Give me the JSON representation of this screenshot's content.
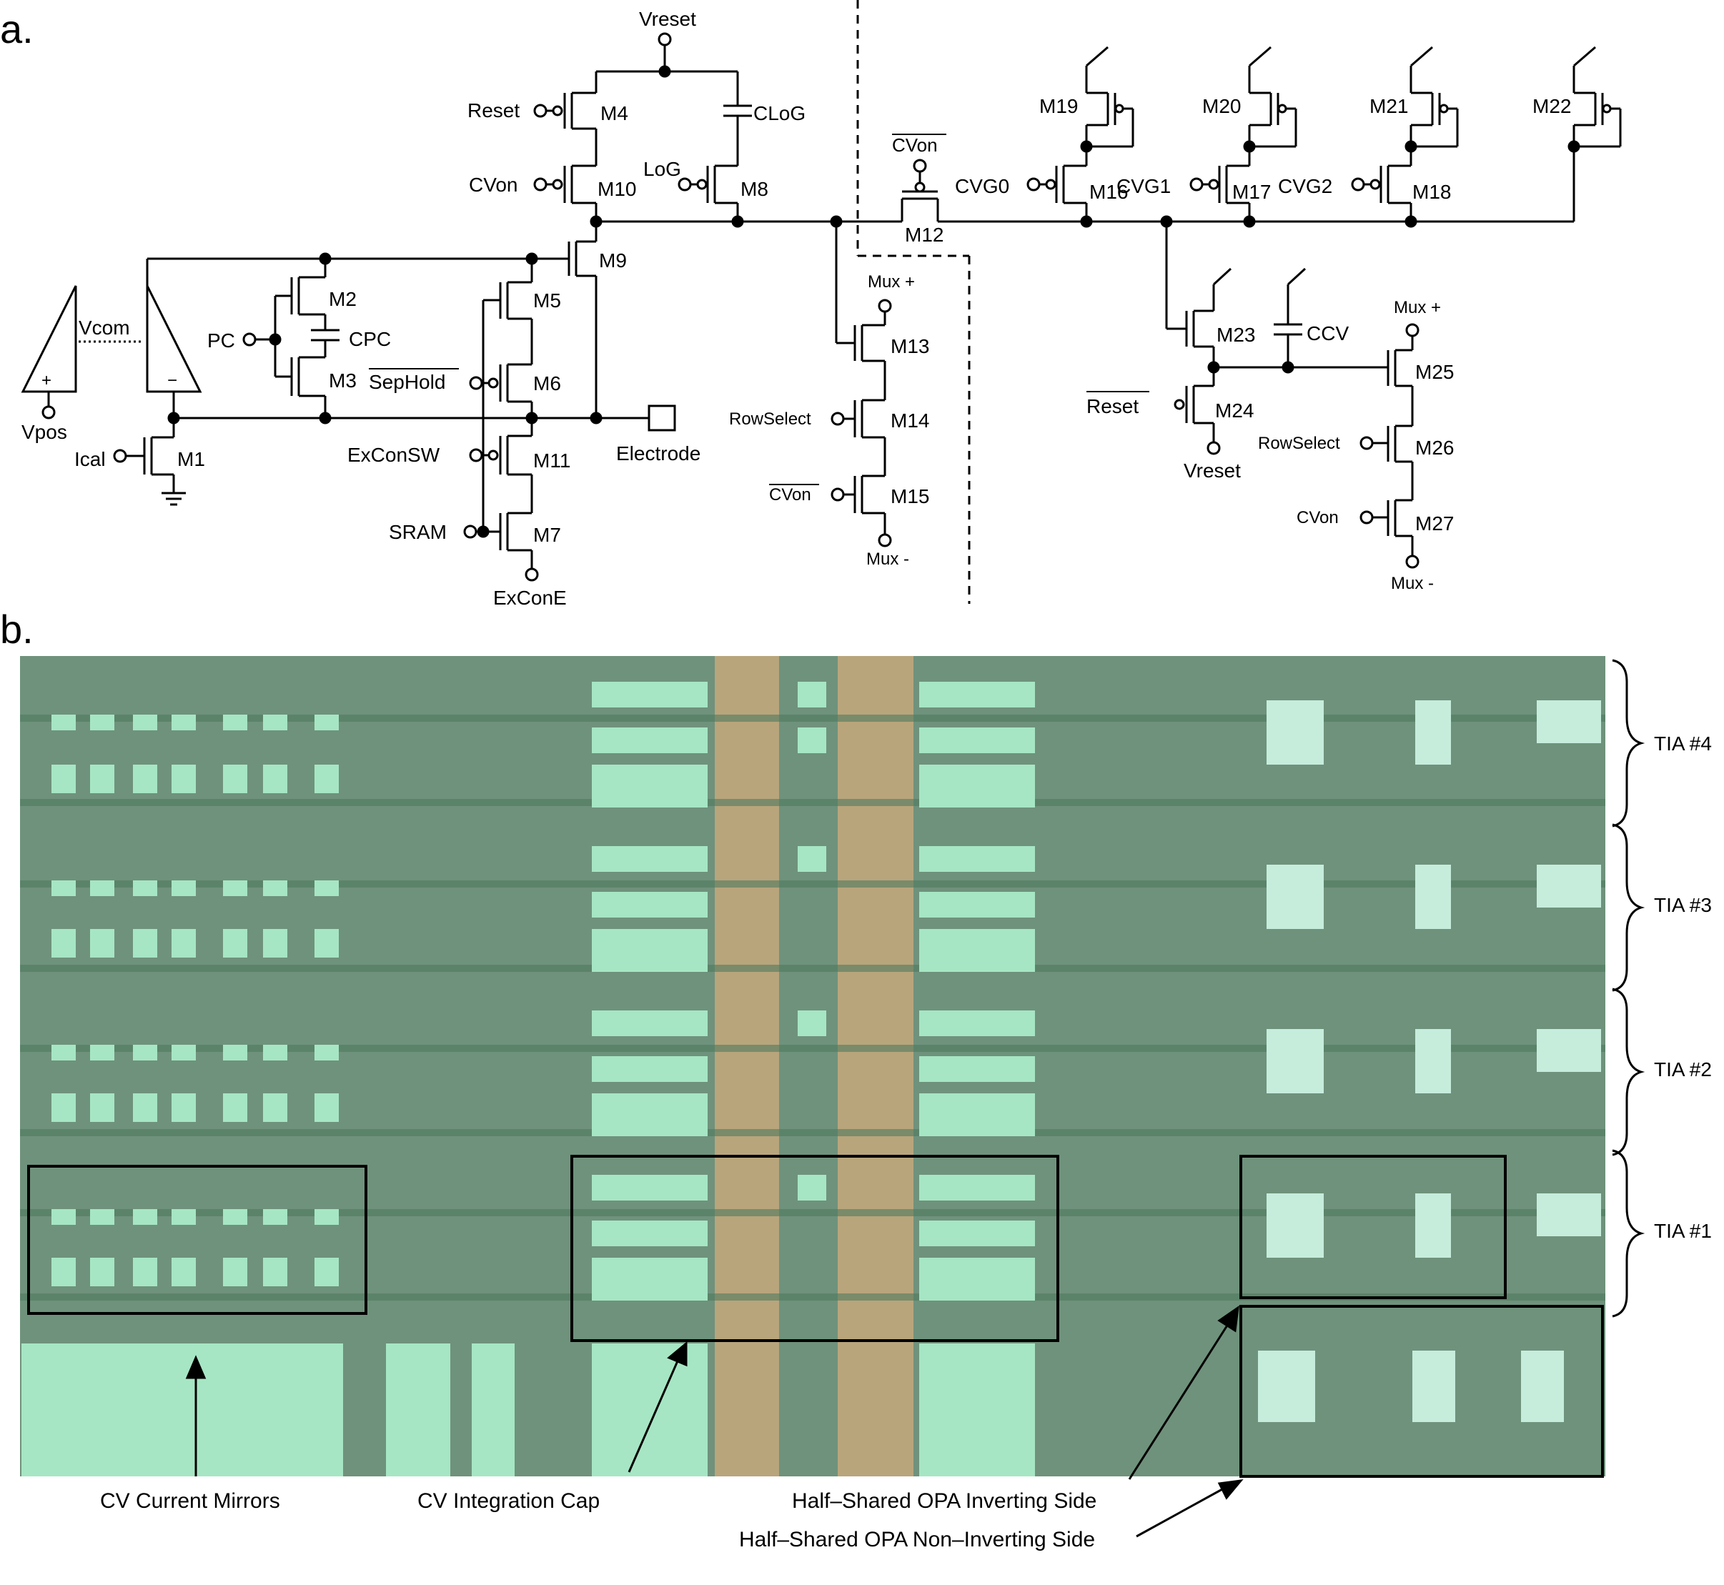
{
  "panels": {
    "a": "a.",
    "b": "b."
  },
  "schematic": {
    "comparator": {
      "vcom": "Vcom",
      "plus": "+",
      "minus": "−",
      "vpos": "Vpos"
    },
    "labels": {
      "vreset_top": "Vreset",
      "reset": "Reset",
      "m4": "M4",
      "cvon": "CVon",
      "m10": "M10",
      "clog": "CLoG",
      "log": "LoG",
      "m8": "M8",
      "m9": "M9",
      "m2": "M2",
      "cpc": "CPC",
      "pc": "PC",
      "m3": "M3",
      "m5": "M5",
      "sephold": "SepHold",
      "m6": "M6",
      "exconsw": "ExConSW",
      "m11": "M11",
      "sram": "SRAM",
      "m7": "M7",
      "excone": "ExConE",
      "electrode": "Electrode",
      "ical": "Ical",
      "m1": "M1",
      "cvon_bar_top": "CVon",
      "m12": "M12",
      "mux_plus_mid": "Mux +",
      "m13": "M13",
      "rowselect_mid": "RowSelect",
      "m14": "M14",
      "cvon_bar_mid": "CVon",
      "m15": "M15",
      "mux_minus_mid": "Mux -",
      "m19": "M19",
      "m20": "M20",
      "m21": "M21",
      "m22": "M22",
      "cvg0": "CVG0",
      "m16": "M16",
      "cvg1": "CVG1",
      "m17": "M17",
      "cvg2": "CVG2",
      "m18": "M18",
      "m23": "M23",
      "ccv": "CCV",
      "mux_plus_right": "Mux +",
      "m25": "M25",
      "reset_bar": "Reset",
      "m24": "M24",
      "vreset_bottom": "Vreset",
      "rowselect_right": "RowSelect",
      "m26": "M26",
      "cvon_right": "CVon",
      "m27": "M27",
      "mux_minus_right": "Mux -"
    }
  },
  "micrograph": {
    "tia_labels": [
      "TIA #4",
      "TIA #3",
      "TIA #2",
      "TIA #1"
    ],
    "annotations": {
      "cv_current_mirrors": "CV Current Mirrors",
      "cv_integration_cap": "CV Integration Cap",
      "opa_inverting": "Half–Shared OPA Inverting Side",
      "opa_noninverting": "Half–Shared OPA Non–Inverting Side"
    },
    "colors": {
      "background": "#6f927c",
      "cap": "#a6e6c4",
      "poly": "#b8a57c",
      "metal": "#4f7a5f"
    }
  }
}
